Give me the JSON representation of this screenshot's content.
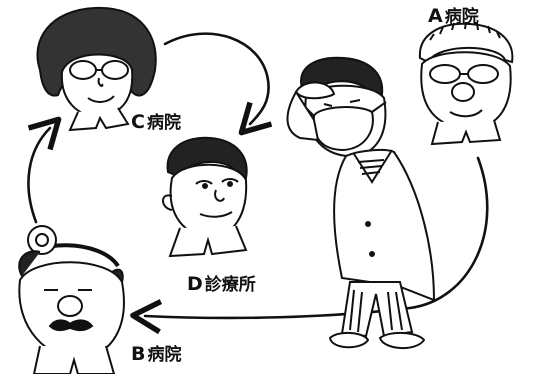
{
  "labels": {
    "a": {
      "letter": "A",
      "text": "病院"
    },
    "b": {
      "letter": "B",
      "text": "病院"
    },
    "c": {
      "letter": "C",
      "text": "病院"
    },
    "d": {
      "letter": "D",
      "text": "診療所"
    }
  },
  "colors": {
    "ink": "#111111",
    "paper": "#ffffff"
  }
}
